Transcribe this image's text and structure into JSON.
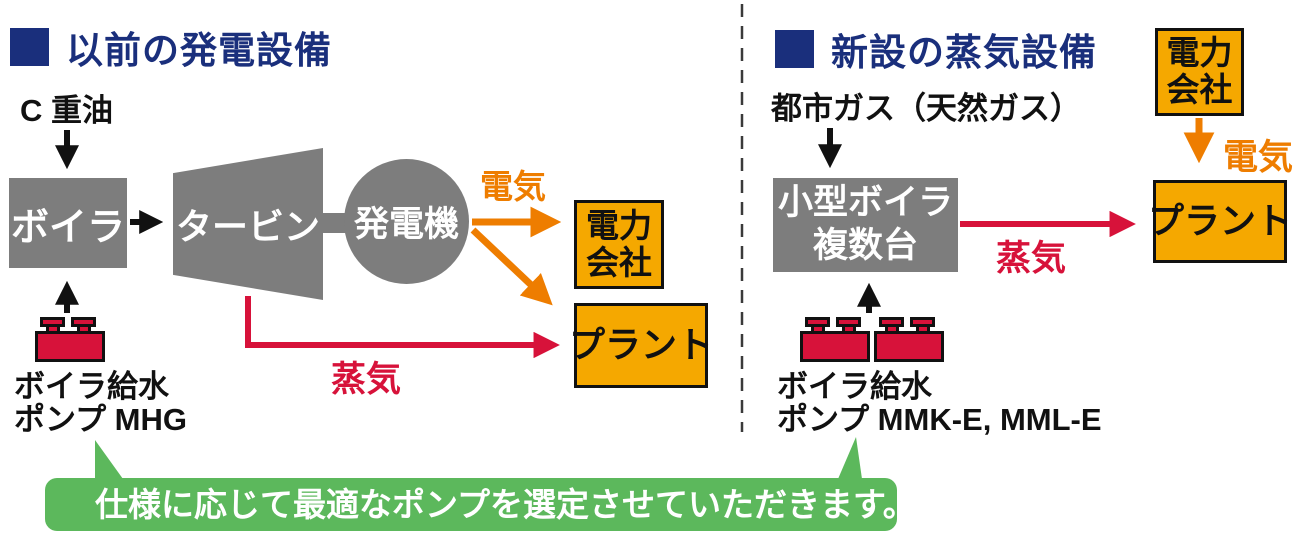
{
  "left": {
    "header": "以前の発電設備",
    "fuel": "C 重油",
    "boiler": "ボイラ",
    "turbine": "タービン",
    "generator": "発電機",
    "electricity": "電気",
    "steam": "蒸気",
    "power_company_line1": "電力",
    "power_company_line2": "会社",
    "plant": "プラント",
    "pump_caption_line1": "ボイラ給水",
    "pump_caption_line2": "ポンプ MHG"
  },
  "right": {
    "header": "新設の蒸気設備",
    "fuel": "都市ガス（天然ガス）",
    "boiler_line1": "小型ボイラ",
    "boiler_line2": "複数台",
    "power_company_line1": "電力",
    "power_company_line2": "会社",
    "electricity": "電気",
    "steam": "蒸気",
    "plant": "プラント",
    "pump_caption_line1": "ボイラ給水",
    "pump_caption_line2": "ポンプ MMK-E, MML-E"
  },
  "banner": "仕様に応じて最適なポンプを選定させていただきます。",
  "colors": {
    "navy": "#1a2f7c",
    "gray": "#7d7d7d",
    "box_orange": "#f5a800",
    "arrow_orange": "#ee7d00",
    "red": "#d7123a",
    "green": "#5cb85c",
    "black": "#111111"
  }
}
